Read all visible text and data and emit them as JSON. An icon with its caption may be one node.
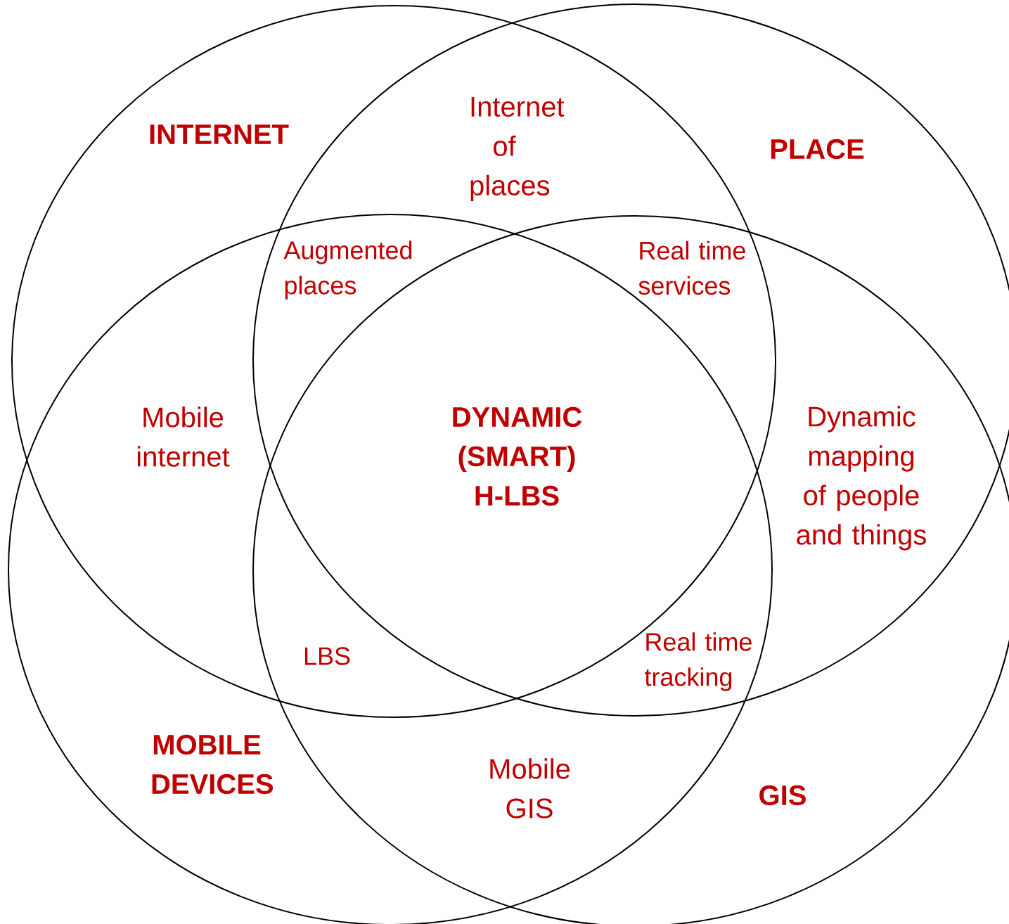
{
  "diagram": {
    "nodes": [
      {
        "text": [
          "INTERNET"
        ]
      },
      {
        "text": [
          "PLACE"
        ]
      },
      {
        "text": [
          "MOBILE DEVICES"
        ]
      },
      {
        "text": [
          "GIS"
        ]
      }
    ],
    "labels": [
      "Internet of places",
      "Augmented places",
      "Real time services",
      "Mobile internet",
      "DYNAMIC (SMART) H-LBS",
      "Dynamic mapping of people and things",
      "LBS",
      "Real time tracking",
      "Mobile GIS"
    ]
  }
}
